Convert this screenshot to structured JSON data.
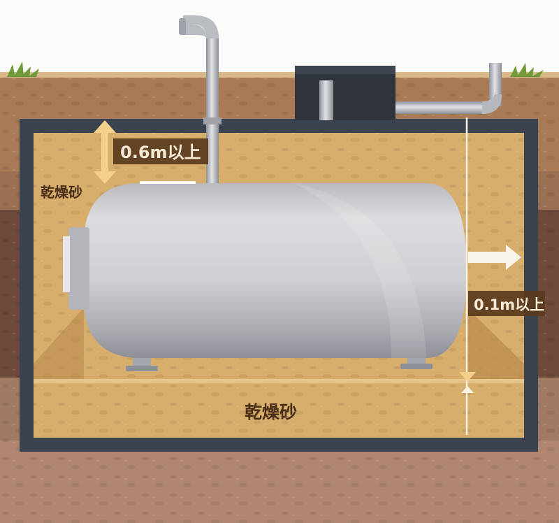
{
  "labels": {
    "top_clearance": "0.6m以上",
    "side_clearance": "0.1m以上",
    "sand_left": "乾燥砂",
    "sand_bottom": "乾燥砂"
  },
  "colors": {
    "sky": "#fbfbf9",
    "topsoil": "#a87a55",
    "deep_soil": "#6e4a3a",
    "sand": "#d8ae6c",
    "frame": "#3c4350",
    "tank": "#c9c9ce",
    "label_bg": "#5a3a1e",
    "arrow_tan": "#f2cf8a"
  }
}
